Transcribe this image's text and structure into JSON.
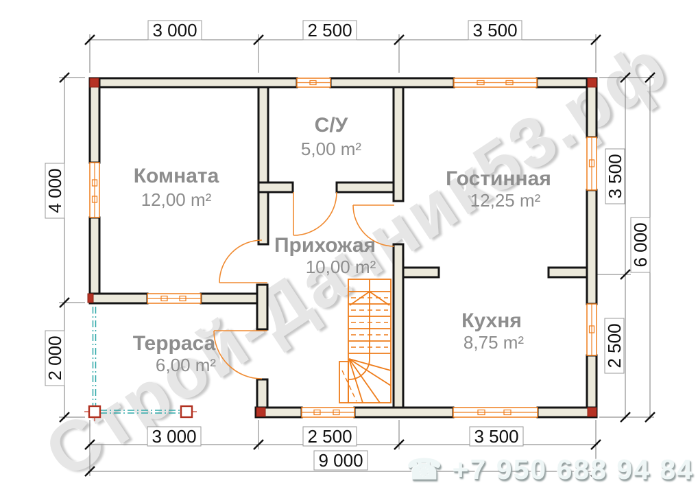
{
  "watermark_text": "Строй-Дачник53.рф",
  "phone": {
    "icon": "☎",
    "number": "+7 950 688 94 84"
  },
  "rooms": {
    "komnata": {
      "name": "Комната",
      "area": "12,00 m²"
    },
    "su": {
      "name": "С/У",
      "area": "5,00 m²"
    },
    "gostinnaya": {
      "name": "Гостинная",
      "area": "12,25 m²"
    },
    "prihozhaya": {
      "name": "Прихожая",
      "area": "10,00 m²"
    },
    "kuhnya": {
      "name": "Кухня",
      "area": "8,75 m²"
    },
    "terrasa": {
      "name": "Терраса",
      "area": "6,00 m²"
    }
  },
  "dims": {
    "top": {
      "d1": "3 000",
      "d2": "2 500",
      "d3": "3 500"
    },
    "bottom": {
      "d1": "3 000",
      "d2": "2 500",
      "d3": "3 500",
      "total": "9 000"
    },
    "left": {
      "d1": "4 000",
      "d2": "2 000"
    },
    "right": {
      "d1": "3 500",
      "d2": "2 500",
      "total": "6 000"
    }
  },
  "colors": {
    "wall_fill": "#ece9db",
    "wall_stroke": "#141414",
    "window_orange": "#ef7d1c",
    "door_orange": "#f08a30",
    "terrace_teal": "#2fa8a8",
    "corner_red": "#b63224",
    "room_label_gray": "#8d8d8d",
    "dim_text": "#111111",
    "watermark_gray": "#e6e6e6"
  }
}
